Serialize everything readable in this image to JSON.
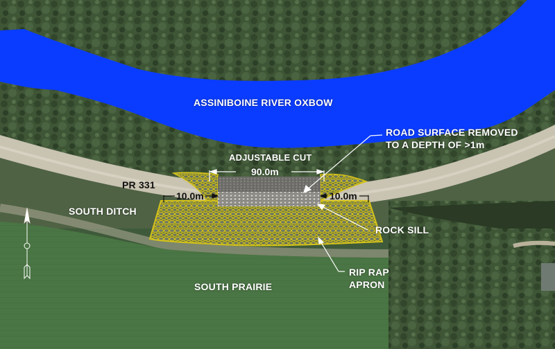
{
  "map": {
    "labels": {
      "river": "ASSINIBOINE RIVER OXBOW",
      "road_surface_line1": "ROAD SURFACE REMOVED",
      "road_surface_line2": "TO A DEPTH OF >1m",
      "adjustable_cut": "ADJUSTABLE CUT",
      "road_name": "PR 331",
      "south_ditch": "SOUTH DITCH",
      "rock_sill": "ROCK SILL",
      "rip_rap_line1": "RIP RAP",
      "rip_rap_line2": "APRON",
      "south_prairie": "SOUTH PRAIRIE"
    },
    "dimensions": {
      "cut_width": "90.0m",
      "left_transition": "10.0m",
      "right_transition": "10.0m"
    },
    "icons": {
      "north_arrow": "north-arrow-icon"
    },
    "colors": {
      "river": "#0a3cff",
      "rip_rap": "#d4c21a",
      "road": "#c9c3b2",
      "vegetation": "#3f5a35",
      "field": "#4d7a45",
      "annotation": "#ffffff"
    }
  }
}
